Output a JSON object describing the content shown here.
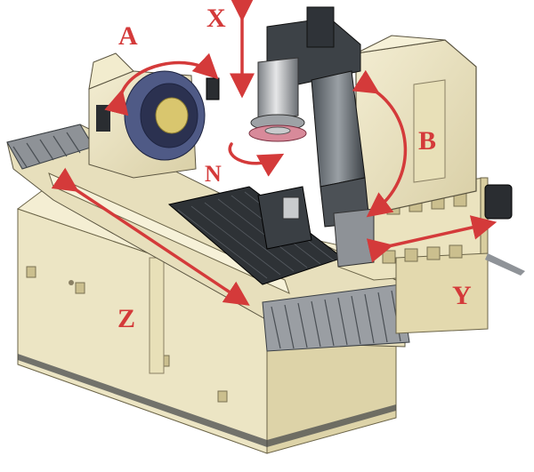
{
  "diagram": {
    "labels": {
      "a": "A",
      "x": "X",
      "b": "B",
      "n": "N",
      "z": "Z",
      "y": "Y"
    }
  },
  "colors": {
    "arrow": "#d43a3a",
    "machine_body": "#efe8c8",
    "machine_shadow": "#cdbf90",
    "dark_metal": "#3a3f44",
    "mid_metal": "#6e747a",
    "light_metal": "#b9bcbf",
    "background": "#ffffff"
  }
}
